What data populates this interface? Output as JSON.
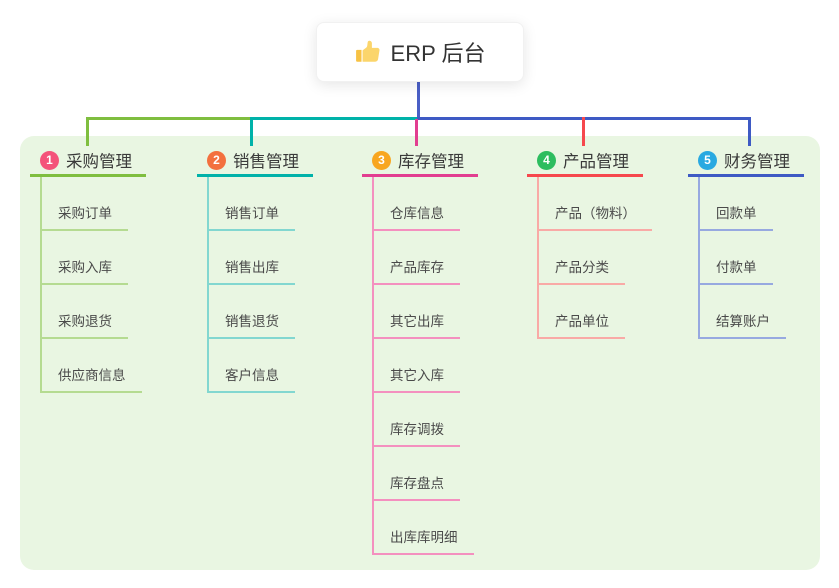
{
  "root": {
    "label": "ERP 后台",
    "icon": "thumbs-up-icon",
    "line_color": "#4a5fc6"
  },
  "panel": {
    "bg_color": "#e9f6e2"
  },
  "branches": [
    {
      "badge": "1",
      "label": "采购管理",
      "badge_color": "#f4537a",
      "color": "#7fbe3f",
      "light_color": "#b5db91",
      "children": [
        "采购订单",
        "采购入库",
        "采购退货",
        "供应商信息"
      ]
    },
    {
      "badge": "2",
      "label": "销售管理",
      "badge_color": "#f3703e",
      "color": "#00b2a9",
      "light_color": "#82d7d0",
      "children": [
        "销售订单",
        "销售出库",
        "销售退货",
        "客户信息"
      ]
    },
    {
      "badge": "3",
      "label": "库存管理",
      "badge_color": "#f8a61f",
      "color": "#e23e90",
      "light_color": "#f490bf",
      "children": [
        "仓库信息",
        "产品库存",
        "其它出库",
        "其它入库",
        "库存调拨",
        "库存盘点",
        "出库库明细"
      ]
    },
    {
      "badge": "4",
      "label": "产品管理",
      "badge_color": "#2dbd5f",
      "color": "#f6484d",
      "light_color": "#f9aaa6",
      "children": [
        "产品（物料）",
        "产品分类",
        "产品单位"
      ]
    },
    {
      "badge": "5",
      "label": "财务管理",
      "badge_color": "#29a9e1",
      "color": "#3e5ac4",
      "light_color": "#97a9e0",
      "children": [
        "回款单",
        "付款单",
        "结算账户"
      ]
    }
  ]
}
